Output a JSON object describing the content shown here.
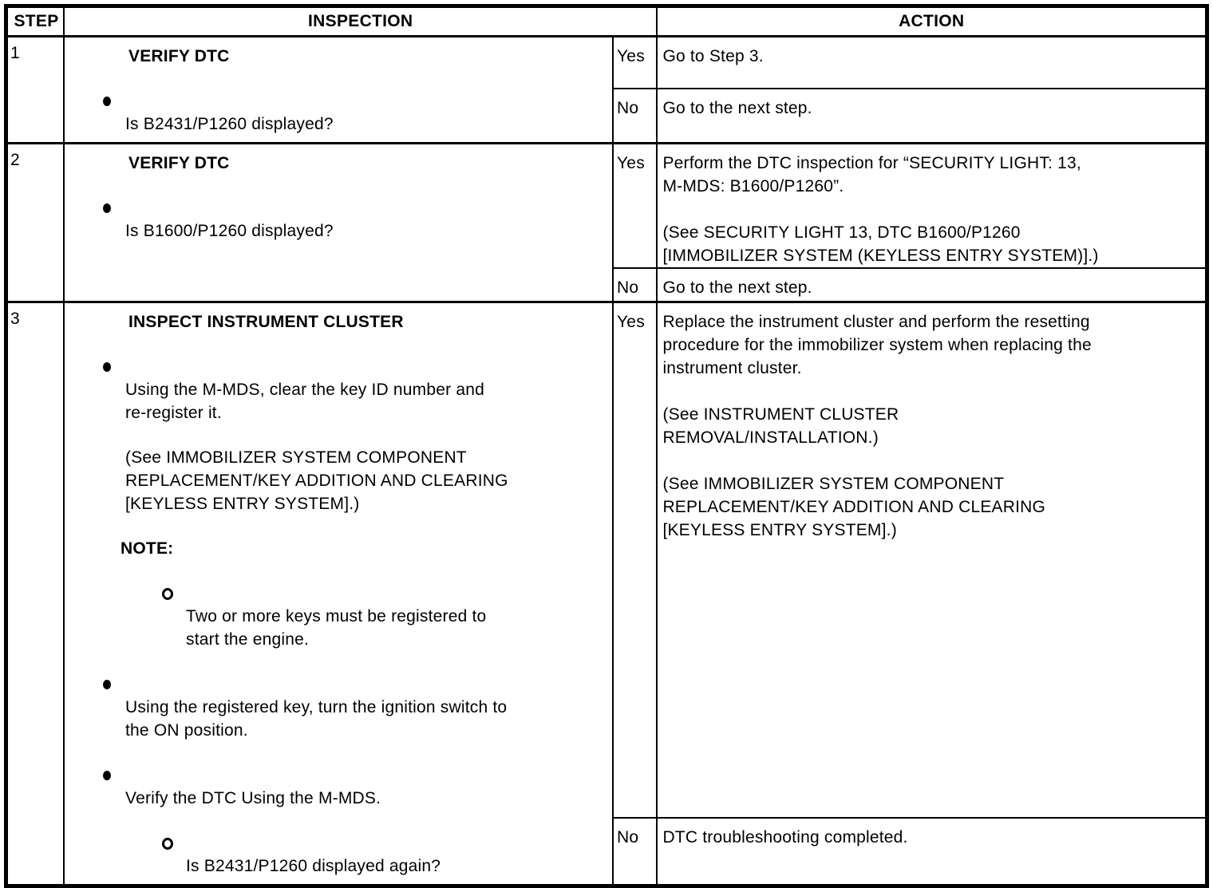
{
  "colors": {
    "ink": "#000000",
    "paper": "#ffffff"
  },
  "icons": {
    "bullet_icon": "●",
    "circle_bullet_icon": "○"
  },
  "table": {
    "header": {
      "step": "STEP",
      "inspection": "INSPECTION",
      "action": "ACTION"
    },
    "rows": [
      {
        "step": "1",
        "inspection": {
          "title": "VERIFY DTC",
          "blocks": [
            {
              "type": "bullet",
              "text": "Is B2431/P1260 displayed?"
            }
          ]
        },
        "branches": [
          {
            "answer": "Yes",
            "action": "Go to Step 3."
          },
          {
            "answer": "No",
            "action": "Go to the next step."
          }
        ]
      },
      {
        "step": "2",
        "inspection": {
          "title": "VERIFY DTC",
          "blocks": [
            {
              "type": "bullet",
              "text": "Is B1600/P1260 displayed?"
            }
          ]
        },
        "branches": [
          {
            "answer": "Yes",
            "action": "Perform the DTC inspection for “SECURITY LIGHT: 13,\nM-MDS: B1600/P1260”.\n\n(See SECURITY LIGHT 13, DTC B1600/P1260\n[IMMOBILIZER SYSTEM (KEYLESS ENTRY SYSTEM)].)"
          },
          {
            "answer": "No",
            "action": "Go to the next step."
          }
        ]
      },
      {
        "step": "3",
        "inspection": {
          "title": "INSPECT INSTRUMENT CLUSTER",
          "blocks": [
            {
              "type": "bullet",
              "text": "Using the M-MDS, clear the key ID number and\nre-register it."
            },
            {
              "type": "plain",
              "text": "(See IMMOBILIZER SYSTEM COMPONENT\nREPLACEMENT/KEY ADDITION AND CLEARING\n[KEYLESS ENTRY SYSTEM].)"
            },
            {
              "type": "note",
              "text": "NOTE:"
            },
            {
              "type": "circle",
              "text": "Two or more keys must be registered to\nstart the engine."
            },
            {
              "type": "bullet",
              "text": "Using the registered key, turn the ignition switch to\nthe ON position."
            },
            {
              "type": "bullet",
              "text": "Verify the DTC Using the M-MDS."
            },
            {
              "type": "circle",
              "text": "Is B2431/P1260 displayed again?"
            }
          ]
        },
        "branches": [
          {
            "answer": "Yes",
            "action": "Replace the instrument cluster and perform the resetting\nprocedure for the immobilizer system when replacing the\ninstrument cluster.\n\n(See INSTRUMENT CLUSTER\nREMOVAL/INSTALLATION.)\n\n(See IMMOBILIZER SYSTEM COMPONENT\nREPLACEMENT/KEY ADDITION AND CLEARING\n[KEYLESS ENTRY SYSTEM].)"
          },
          {
            "answer": "No",
            "action": "DTC troubleshooting completed."
          }
        ]
      }
    ]
  }
}
